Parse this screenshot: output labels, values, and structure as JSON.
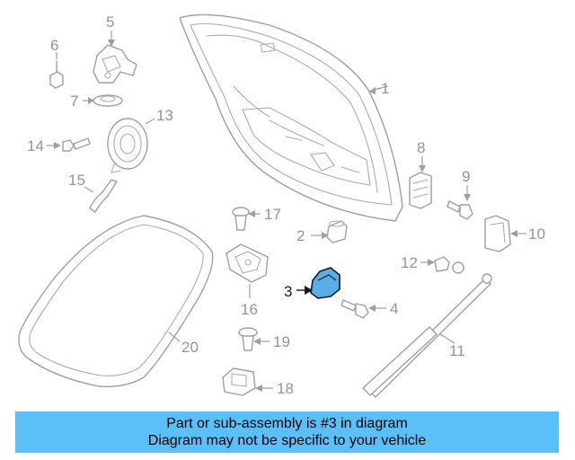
{
  "diagram": {
    "callouts": [
      "1",
      "2",
      "3",
      "4",
      "5",
      "6",
      "7",
      "8",
      "9",
      "10",
      "11",
      "12",
      "13",
      "14",
      "15",
      "16",
      "17",
      "18",
      "19",
      "20"
    ],
    "highlighted_callout": "3",
    "colors": {
      "highlight_part": "#5aaee8",
      "line_art": "#9aa0a6",
      "banner": "#5bc0f8"
    }
  },
  "banner": {
    "line1": "Part or sub-assembly is #3 in diagram",
    "line2": "Diagram may not be specific to your vehicle"
  }
}
